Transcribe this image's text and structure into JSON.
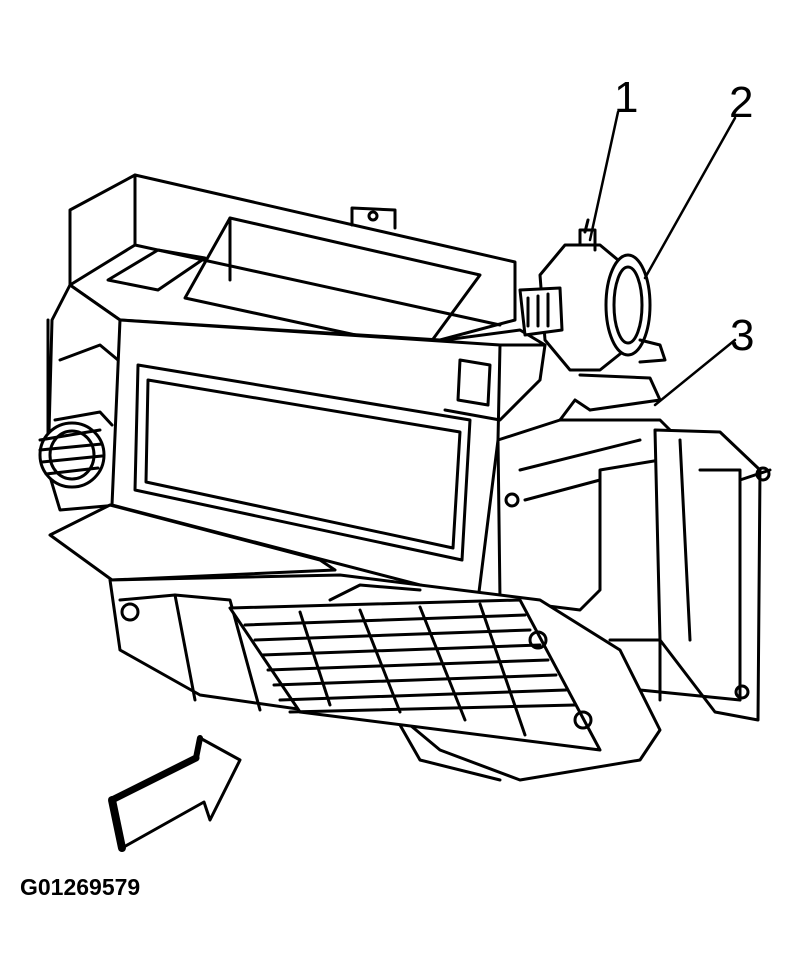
{
  "callouts": [
    {
      "label": "1"
    },
    {
      "label": "2"
    },
    {
      "label": "3"
    }
  ],
  "figure_id": "G01269579",
  "colors": {
    "ink": "#000000",
    "paper": "#ffffff"
  }
}
